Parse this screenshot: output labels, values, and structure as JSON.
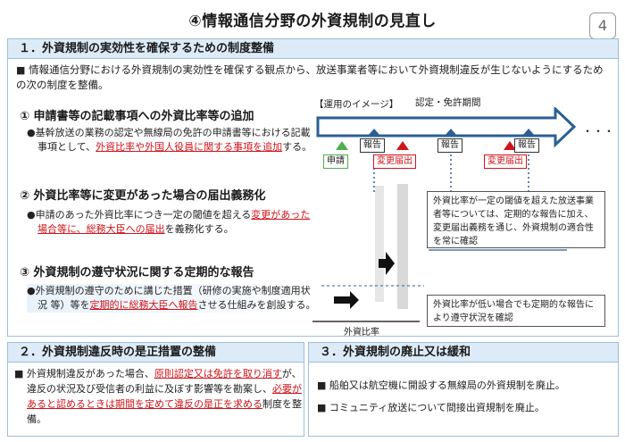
{
  "title": "④情報通信分野の外資規制の見直し",
  "page_number": "4",
  "section1": {
    "heading": "１．外資規制の実効性を確保するための制度整備",
    "intro": "情報通信分野における外資規制の実効性を確保する観点から、放送事業者等において外資規制違反が生じないようにするための次の制度を整備。",
    "items": [
      {
        "heading": "① 申請書等の記載事項への外資比率等の追加",
        "text_a": "基幹放送の業務の認定や無線局の免許の申請書等における記載事項として、",
        "text_red": "外資比率や外国人役員に関する事項を追加",
        "text_b": "する。"
      },
      {
        "heading": "② 外資比率等に変更があった場合の届出義務化",
        "text_a": "申請のあった外資比率につき一定の閾値を超える",
        "text_red": "変更があった場合等に、総務大臣への届出",
        "text_b": "を義務化する。"
      },
      {
        "heading": "③ 外資規制の遵守状況に関する定期的な報告",
        "text_a": "外資規制の遵守のために講じた措置（研修の実施や制度適用状況 等）等を",
        "text_red": "定期的に総務大臣へ報告",
        "text_b": "させる仕組みを創設する。"
      }
    ]
  },
  "diagram": {
    "image_label": "【運用のイメージ】",
    "period_label": "認定・免許期間",
    "ellipsis": "・・・",
    "shinsei": "申請",
    "houkoku": "報告",
    "henko": "変更届出",
    "ratio_label": "外資比率",
    "note1": "外資比率が一定の閾値を超えた放送事業者等については、定期的な報告に加え、変更届出義務を通じ、外資規制の適合性を常に確認",
    "note2": "外資比率が低い場合でも定期的な報告により遵守状況を確認"
  },
  "section2": {
    "heading": "２．外資規制違反時の是正措置の整備",
    "text_a": "外資規制違反があった場合、",
    "text_red1": "原則認定又は免許を取り消す",
    "text_b": "が、違反の状況及び受信者の利益に及ぼす影響等を勘案し、",
    "text_red2": "必要があると認めるときは期間を定めて違反の是正を求める",
    "text_c": "制度を整備。"
  },
  "section3": {
    "heading": "３．外資規制の廃止又は緩和",
    "items": [
      "船舶又は航空機に開設する無線局の外資規制を廃止。",
      "コミュニティ放送について間接出資規制を廃止。"
    ]
  },
  "colors": {
    "accent_blue": "#2b5f94",
    "header_fill": "#dcebf7",
    "red": "#d0141b",
    "green": "#4caf50"
  }
}
